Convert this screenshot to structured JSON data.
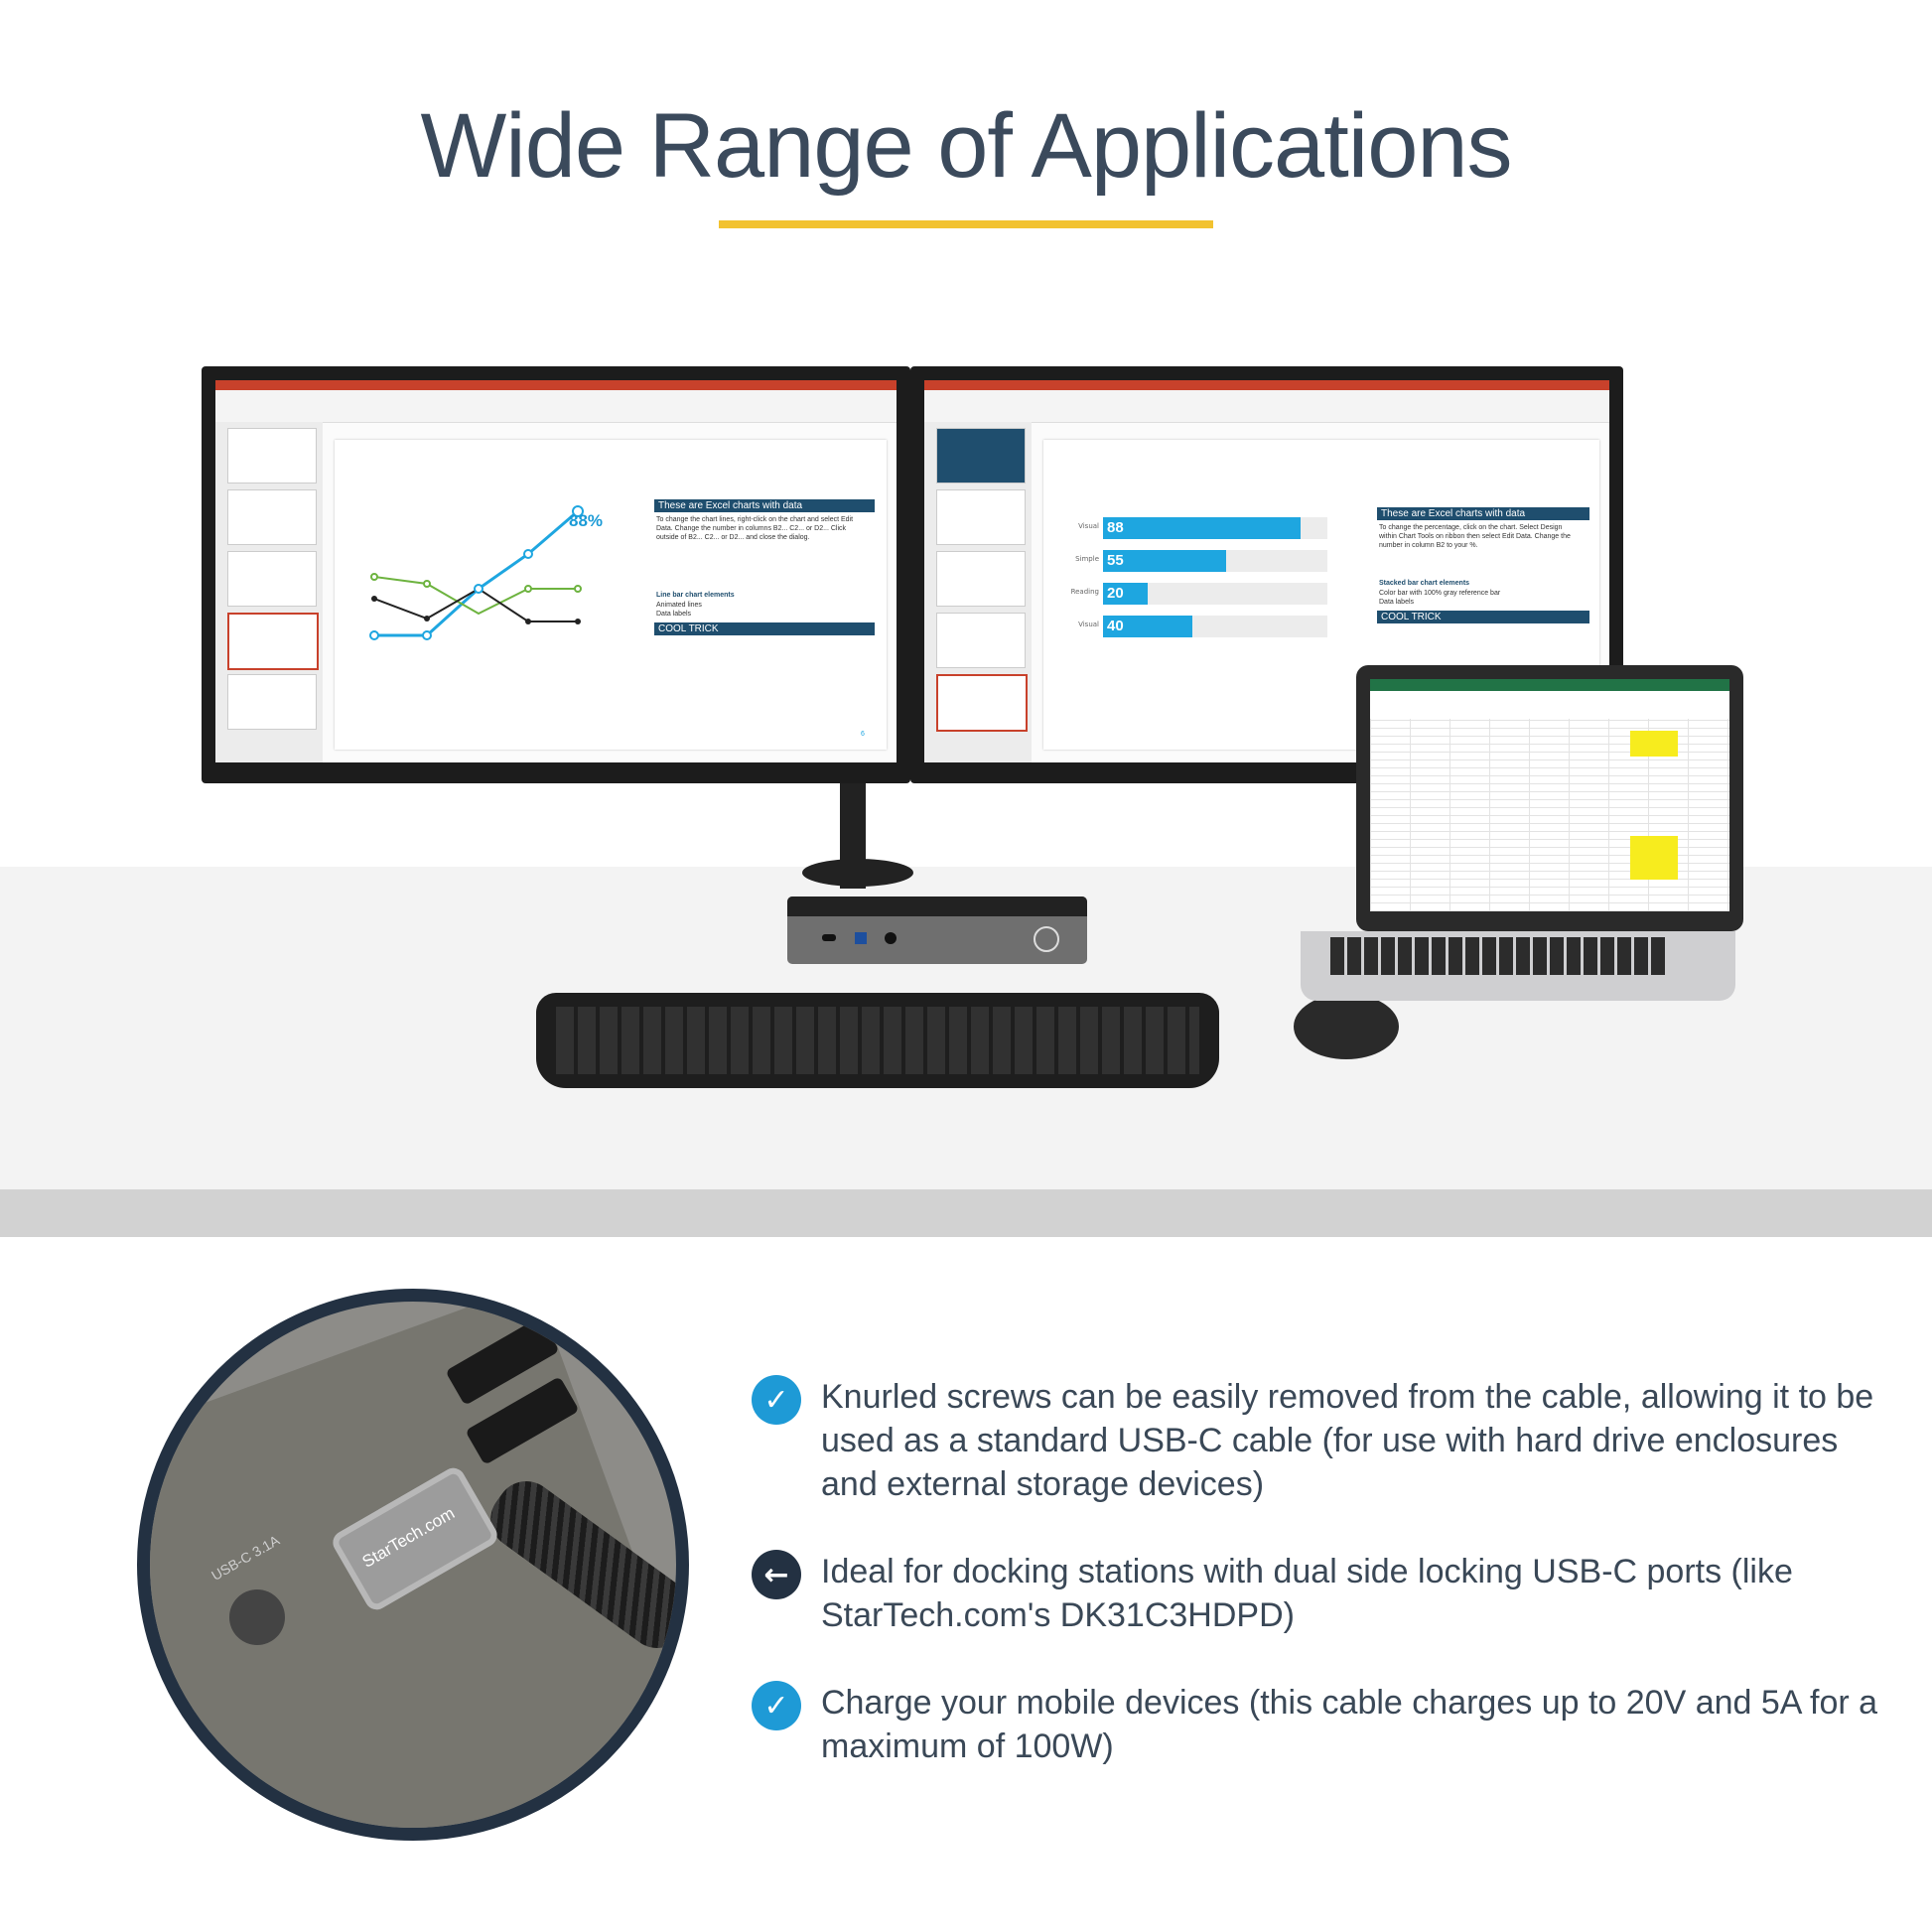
{
  "title": "Wide Range of Applications",
  "colors": {
    "accent": "#f2c230",
    "title": "#3b4a5c",
    "check": "#1e9ad6",
    "arrow": "#233142"
  },
  "left_monitor": {
    "panel_title": "These are Excel charts with data",
    "percent_label": "88%",
    "cool_trick": "COOL TRICK",
    "panel_body": "To change the chart lines, right-click on the chart and select Edit Data. Change the number in columns B2... C2... or D2... Click outside of B2... C2... or D2... and close the dialog.",
    "panel_sub": "Line bar chart elements",
    "panel_sub_items": "Animated lines\nData labels",
    "page_number": "6"
  },
  "right_monitor": {
    "panel_title": "These are Excel charts with data",
    "cool_trick": "COOL TRICK",
    "panel_body": "To change the percentage, click on the chart. Select Design within Chart Tools on ribbon then select Edit Data. Change the number in column B2 to your %.",
    "panel_sub": "Stacked bar chart elements",
    "panel_sub_items": "Color bar with 100% gray reference bar\nData labels",
    "bars": [
      {
        "label": "Visual",
        "value": "88",
        "fraction": 0.88
      },
      {
        "label": "Simple",
        "value": "55",
        "fraction": 0.55
      },
      {
        "label": "Reading",
        "value": "20",
        "fraction": 0.2
      },
      {
        "label": "Visual",
        "value": "40",
        "fraction": 0.4
      }
    ]
  },
  "cable_brand": "StarTech.com",
  "port_label": "USB-C 3.1A",
  "features": [
    {
      "icon": "check-icon",
      "glyph": "✓",
      "text": "Knurled screws can be easily removed from the cable, allowing it to be used as a standard USB-C cable (for use with hard drive enclosures and external storage devices)"
    },
    {
      "icon": "arrow-left-icon",
      "glyph": "←",
      "text": "Ideal for docking stations with dual side locking USB-C ports (like StarTech.com's DK31C3HDPD)"
    },
    {
      "icon": "check-icon",
      "glyph": "✓",
      "text": "Charge your mobile devices (this cable charges up to 20V and 5A for a maximum of 100W)"
    }
  ]
}
